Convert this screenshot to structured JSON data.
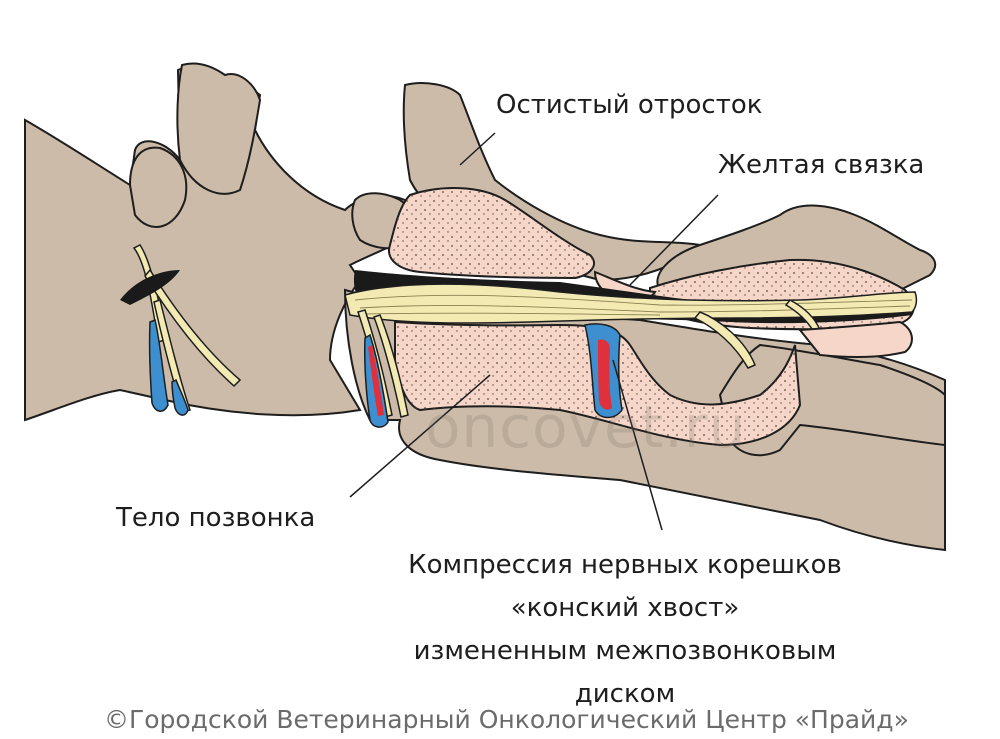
{
  "labels": {
    "spinous_process": "Остистый отросток",
    "yellow_ligament": "Желтая связка",
    "vertebral_body": "Тело позвонка",
    "compression": [
      "Компрессия нервных корешков",
      "«конский хвост»",
      "измененным межпозвонковым",
      "диском"
    ]
  },
  "watermark": "oncovet.ru",
  "copyright": "©Городской Ветеринарный Онкологический Центр «Прайд»",
  "colors": {
    "bone": "#cdbba9",
    "disc": "#f5d6c8",
    "ligament": "#f9f0bd",
    "nerve": "#f3eab3",
    "artery": "#e0303c",
    "vein": "#3d8fd0",
    "canal": "#1a1a1a",
    "outline": "#1e1e1e"
  }
}
